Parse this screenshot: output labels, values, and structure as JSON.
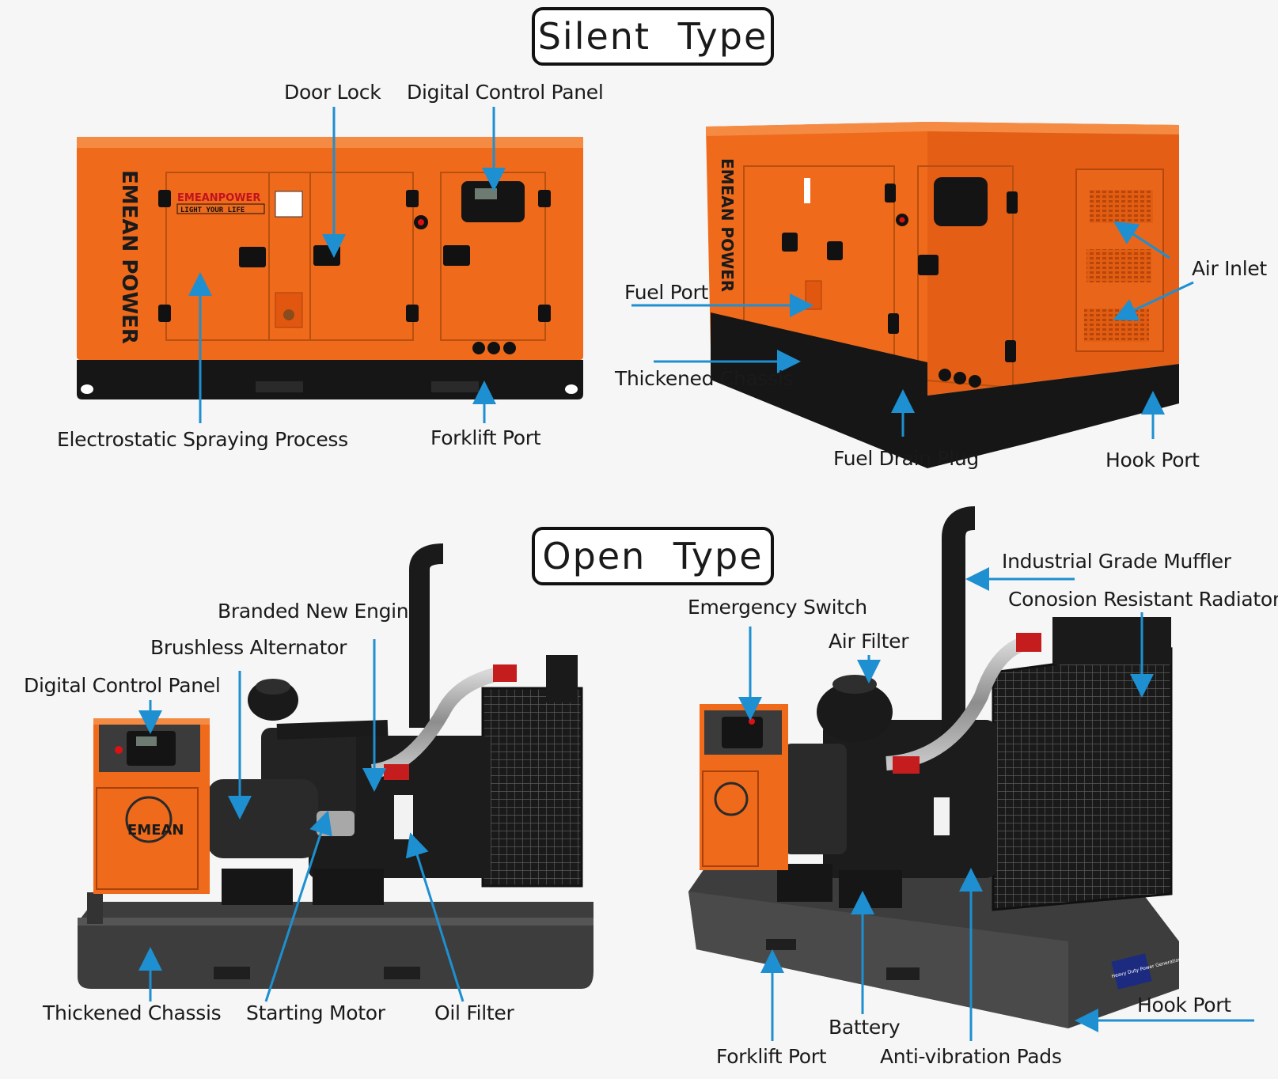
{
  "sections": {
    "silent_title": "Silent Type",
    "open_title": "Open Type"
  },
  "brand": {
    "vertical_logo": "EMEAN POWER",
    "panel_logo": "EMEANPOWER",
    "panel_slogan": "LIGHT YOUR LIFE",
    "badge_logo": "EMEAN",
    "heavy_duty_plate": "Heavy Duty Power Generation"
  },
  "silent_labels": {
    "door_lock": "Door Lock",
    "digital_control_panel": "Digital Control Panel",
    "electrostatic_spraying": "Electrostatic Spraying Process",
    "forklift_port": "Forklift Port",
    "fuel_port": "Fuel Port",
    "thickened_chassis": "Thickened Chassis",
    "fuel_drain_plug": "Fuel Drain Plug",
    "hook_port": "Hook Port",
    "air_inlet": "Air Inlet"
  },
  "open_labels": {
    "branded_new_engine": "Branded New Engine",
    "brushless_alternator": "Brushless Alternator",
    "digital_control_panel": "Digital Control Panel",
    "thickened_chassis": "Thickened Chassis",
    "starting_motor": "Starting Motor",
    "oil_filter": "Oil Filter",
    "emergency_switch": "Emergency Switch",
    "air_filter": "Air Filter",
    "industrial_grade_muffler": "Industrial Grade Muffler",
    "corrosion_resistant_radiator": "Conosion Resistant Radiator",
    "hook_port": "Hook Port",
    "battery": "Battery",
    "forklift_port": "Forklift Port",
    "anti_vibration_pads": "Anti-vibration Pads"
  },
  "colors": {
    "canopy_orange": "#f06a1c",
    "canopy_orange_dark": "#d9560f",
    "chassis_black": "#161616",
    "callout_blue": "#1e8fd0",
    "frame_grey": "#3d3d3d"
  }
}
